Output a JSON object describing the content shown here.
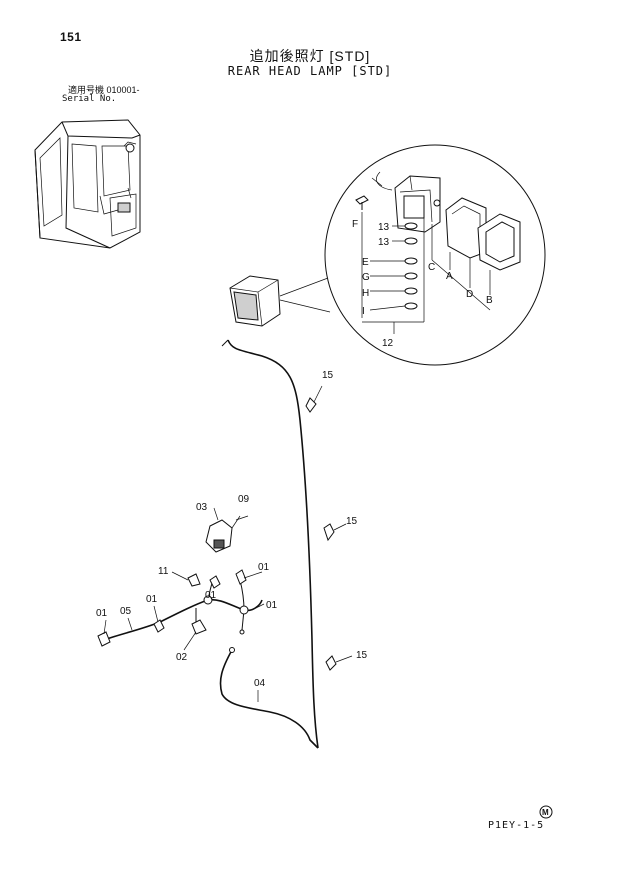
{
  "header": {
    "page_number": "151",
    "title_ja": "追加後照灯 [STD]",
    "title_en": "REAR HEAD LAMP [STD]",
    "serial_label_ja": "適用号機  010001-",
    "serial_label_en": "Serial No."
  },
  "footer": {
    "code": "P1EY-1-5",
    "mark": "M"
  },
  "callouts": {
    "detail": [
      "F",
      "13",
      "13",
      "E",
      "G",
      "H",
      "I",
      "12",
      "C",
      "A",
      "D",
      "B"
    ],
    "main": [
      "15",
      "15",
      "15",
      "03",
      "09",
      "11",
      "01",
      "01",
      "01",
      "01",
      "05",
      "01",
      "02",
      "04"
    ]
  }
}
